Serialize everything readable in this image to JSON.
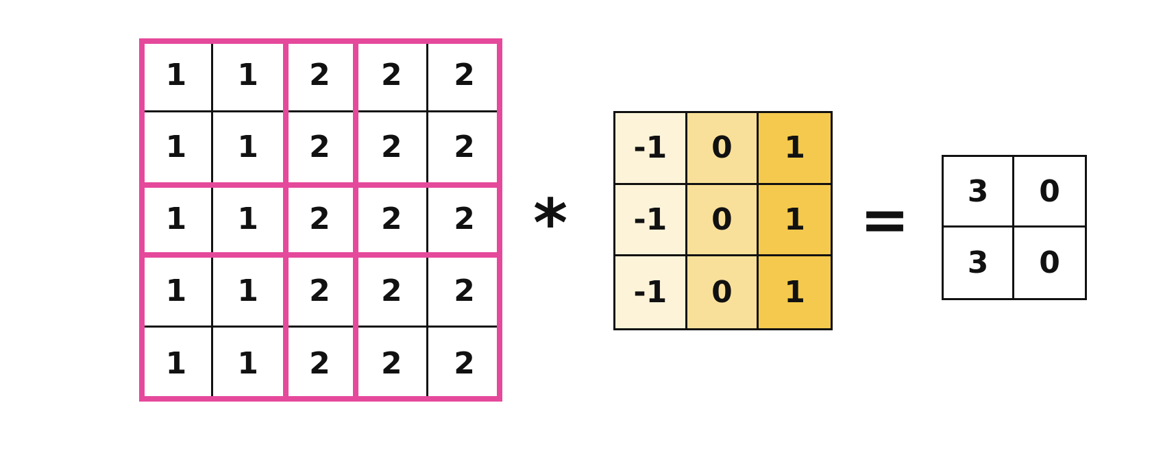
{
  "input_matrix": [
    [
      "1",
      "1",
      "2",
      "2",
      "2"
    ],
    [
      "1",
      "1",
      "2",
      "2",
      "2"
    ],
    [
      "1",
      "1",
      "2",
      "2",
      "2"
    ],
    [
      "1",
      "1",
      "2",
      "2",
      "2"
    ],
    [
      "1",
      "1",
      "2",
      "2",
      "2"
    ]
  ],
  "operators": {
    "convolution": "*",
    "equals": "="
  },
  "kernel": [
    [
      "-1",
      "0",
      "1"
    ],
    [
      "-1",
      "0",
      "1"
    ],
    [
      "-1",
      "0",
      "1"
    ]
  ],
  "kernel_column_colors": [
    "#fdf3d9",
    "#f9e09a",
    "#f4c94d"
  ],
  "window_color": "#e5499b",
  "output_matrix": [
    [
      "3",
      "0"
    ],
    [
      "3",
      "0"
    ]
  ]
}
